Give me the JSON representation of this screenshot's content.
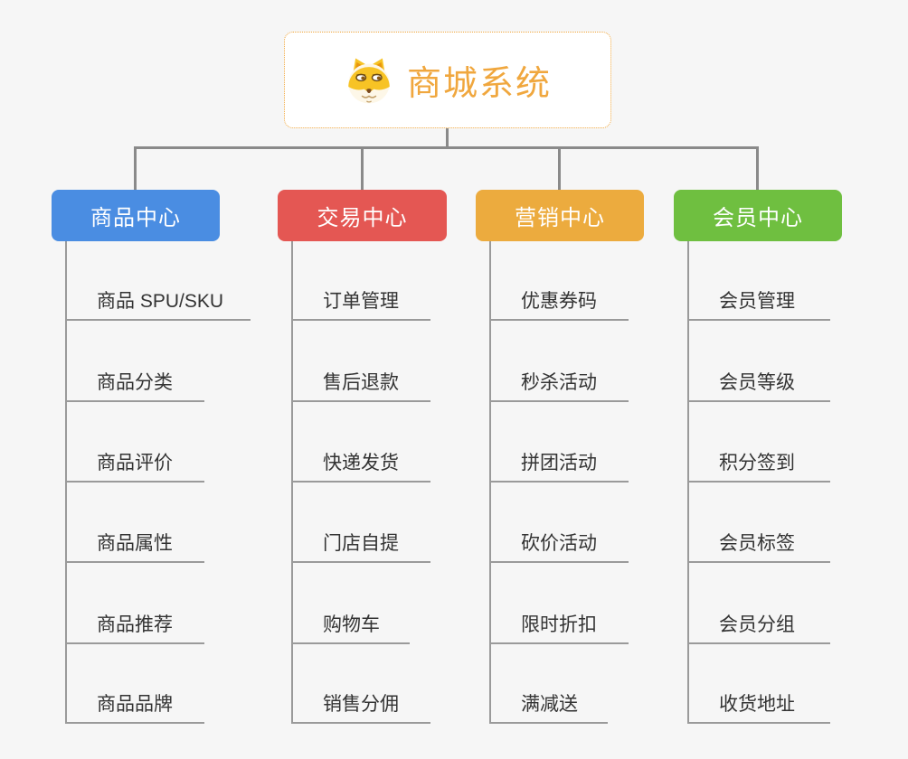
{
  "page": {
    "background_color": "#f6f6f6",
    "connector_color": "#8a8a8a",
    "underline_color": "#9a9a9a",
    "child_text_color": "#333333"
  },
  "root": {
    "title": "商城系统",
    "icon": "shiba-dog-icon",
    "title_color": "#f0a73e",
    "border_color": "#f0a63c",
    "background": "#ffffff"
  },
  "branches": [
    {
      "label": "商品中心",
      "color": "#4a8de2",
      "children": [
        "商品 SPU/SKU",
        "商品分类",
        "商品评价",
        "商品属性",
        "商品推荐",
        "商品品牌"
      ]
    },
    {
      "label": "交易中心",
      "color": "#e45753",
      "children": [
        "订单管理",
        "售后退款",
        "快递发货",
        "门店自提",
        "购物车",
        "销售分佣"
      ]
    },
    {
      "label": "营销中心",
      "color": "#ecab3e",
      "children": [
        "优惠券码",
        "秒杀活动",
        "拼团活动",
        "砍价活动",
        "限时折扣",
        "满减送"
      ]
    },
    {
      "label": "会员中心",
      "color": "#6fbf40",
      "children": [
        "会员管理",
        "会员等级",
        "积分签到",
        "会员标签",
        "会员分组",
        "收货地址"
      ]
    }
  ]
}
